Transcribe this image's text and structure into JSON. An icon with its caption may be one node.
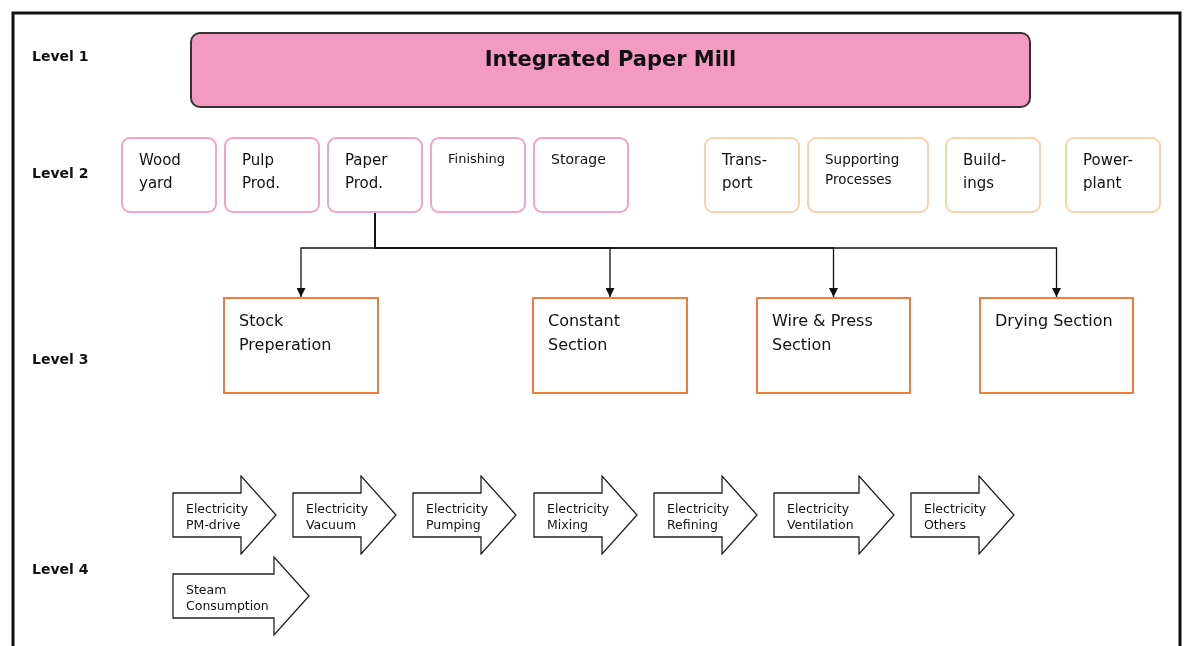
{
  "diagram": {
    "nodes": [
      {
        "text": [
          "Integrated Paper Mill"
        ]
      },
      {
        "text": [
          "Wood yard"
        ]
      },
      {
        "text": [
          "Pulp Prod."
        ]
      },
      {
        "text": [
          "Paper Prod."
        ]
      },
      {
        "text": [
          "Finishing"
        ]
      },
      {
        "text": [
          "Storage"
        ]
      },
      {
        "text": [
          "Trans- port"
        ]
      },
      {
        "text": [
          "Supporting Processes"
        ]
      },
      {
        "text": [
          "Build- ings"
        ]
      },
      {
        "text": [
          "Power- plant"
        ]
      },
      {
        "text": [
          "Stock Preperation"
        ]
      },
      {
        "text": [
          "Constant Section"
        ]
      },
      {
        "text": [
          "Wire & Press Section"
        ]
      },
      {
        "text": [
          "Drying Section"
        ]
      },
      {
        "text": [
          "Electricity PM-drive"
        ]
      },
      {
        "text": [
          "Electricity Vacuum"
        ]
      },
      {
        "text": [
          "Electricity Pumping"
        ]
      },
      {
        "text": [
          "Electricity Mixing"
        ]
      },
      {
        "text": [
          "Electricity Refining"
        ]
      },
      {
        "text": [
          "Electricity Ventilation"
        ]
      },
      {
        "text": [
          "Electricity Others"
        ]
      },
      {
        "text": [
          "Steam Consumption"
        ]
      }
    ],
    "edges": [
      {
        "from": 3,
        "to": 10,
        "arrow": "to"
      },
      {
        "from": 3,
        "to": 11,
        "arrow": "to"
      },
      {
        "from": 3,
        "to": 12,
        "arrow": "to"
      },
      {
        "from": 3,
        "to": 13,
        "arrow": "to"
      }
    ],
    "labels": [
      "Level 1",
      "Level 2",
      "Level 3",
      "Level 4"
    ]
  }
}
